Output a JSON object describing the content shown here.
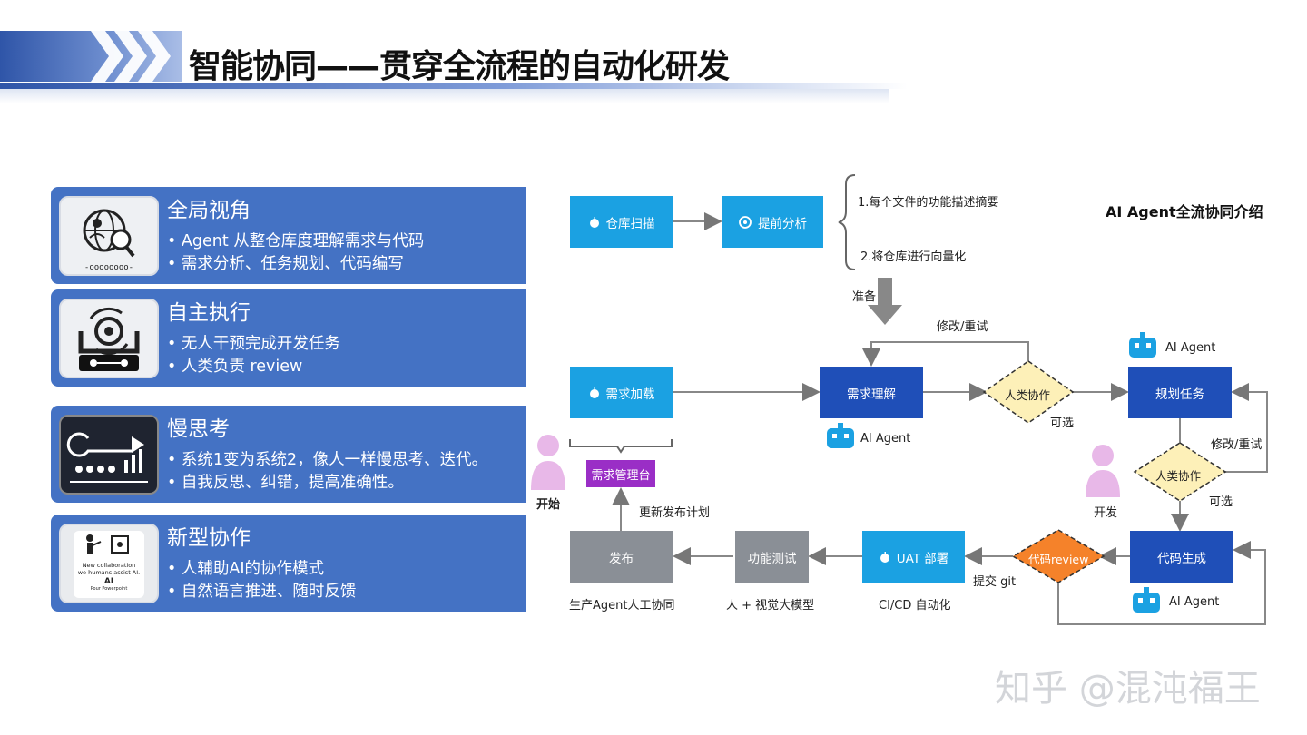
{
  "title": "智能协同——贯穿全流程的自动化研发",
  "panels": [
    {
      "title": "全局视角",
      "bullets": [
        "Agent 从整仓库度理解需求与代码",
        "需求分析、任务规划、代码编写"
      ],
      "icon": "globe-magnifier-icon",
      "thumb_text": "-oooooooo-"
    },
    {
      "title": "自主执行",
      "bullets": [
        "无人干预完成开发任务",
        "人类负责 review"
      ],
      "icon": "gear-cycle-icon"
    },
    {
      "title": "慢思考",
      "bullets": [
        "系统1变为系统2，像人一样慢思考、迭代。",
        "自我反思、纠错，提高准确性。"
      ],
      "icon": "presentation-arrow-icon"
    },
    {
      "title": "新型协作",
      "bullets": [
        "人辅助AI的协作模式",
        "自然语言推进、随时反馈"
      ],
      "icon": "human-ai-collab-icon",
      "thumb_lines": [
        "New collaboration",
        "we humans assist AI.",
        "AI",
        "Pour Powerpoint"
      ]
    }
  ],
  "diagram": {
    "heading": "AI Agent全流协同介绍",
    "nodes": {
      "repo_scan": "仓库扫描",
      "pre_analysis": "提前分析",
      "req_load": "需求加载",
      "req_understand": "需求理解",
      "human_collab_1": "人类协作",
      "plan_task": "规划任务",
      "human_collab_2": "人类协作",
      "code_gen": "代码生成",
      "code_review": "代码review",
      "uat_deploy": "UAT 部署",
      "func_test": "功能测试",
      "release": "发布",
      "req_console": "需求管理台"
    },
    "notes": [
      "1.每个文件的功能描述摘要",
      "2.将仓库进行向量化"
    ],
    "labels": {
      "prepare": "准备",
      "modify_retry_1": "修改/重试",
      "modify_retry_2": "修改/重试",
      "optional_1": "可选",
      "optional_2": "可选",
      "ai_agent_1": "AI Agent",
      "ai_agent_2": "AI Agent",
      "ai_agent_3": "AI Agent",
      "start": "开始",
      "develop": "开发",
      "update_plan": "更新发布计划",
      "submit_git": "提交 git",
      "cicd": "CI/CD 自动化",
      "human_vision": "人 + 视觉大模型",
      "prod_agent": "生产Agent人工协同"
    },
    "colors": {
      "cyan": "#1ba1e2",
      "navy": "#1f4fb8",
      "gray": "#8a8f96",
      "purple": "#9a2ec6",
      "diamond_yellow": "#fdf0b8",
      "diamond_orange": "#f5822a",
      "panel_blue": "#4472c4"
    }
  },
  "watermark": "知乎 @混沌福王"
}
